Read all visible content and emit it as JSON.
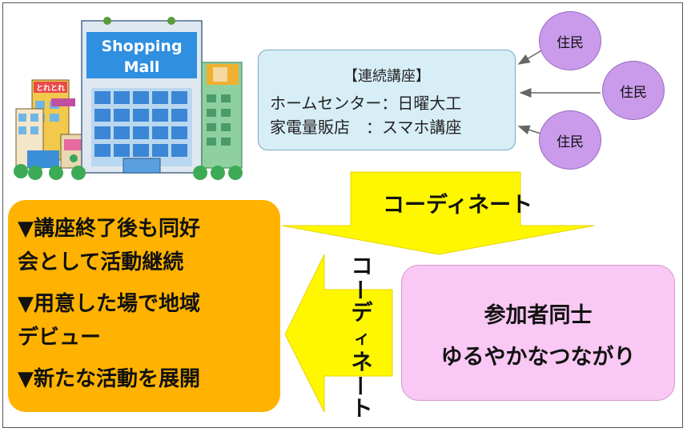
{
  "illustration": {
    "sign_line1": "Shopping",
    "sign_line2": "Mall"
  },
  "info_box": {
    "line1": "【連続講座】",
    "line2": "ホームセンター：日曜大工",
    "line3": "家電量販店　：スマホ講座"
  },
  "residents": [
    "住民",
    "住民",
    "住民"
  ],
  "down_arrow_label": "コーディネート",
  "left_arrow_label": [
    "コ",
    "ー",
    "デ",
    "ィ",
    "ネ",
    "ー",
    "ト"
  ],
  "result_box": {
    "item1_line1": "▼講座終了後も同好",
    "item1_line2": "会として活動継続",
    "item2_line1": "▼用意した場で地域",
    "item2_line2": "デビュー",
    "item3": "▼新たな活動を展開"
  },
  "participants_box": {
    "line1": "参加者同士",
    "line2": "ゆるやかなつながり"
  },
  "colors": {
    "arrow_yellow": "#fff700",
    "orange_box": "#ffb300",
    "pink_box": "#f9c8f4",
    "info_box": "#d8eef7",
    "resident": "#c99bea"
  }
}
